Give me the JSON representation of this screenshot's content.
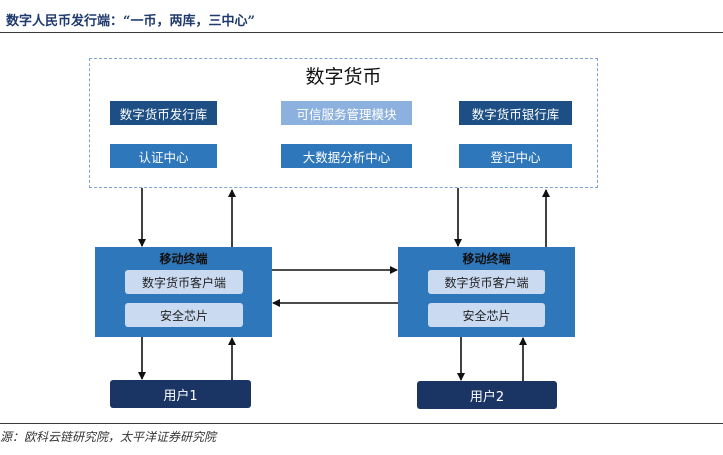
{
  "header": {
    "title": "数字人民币发行端：“一币，两库，三中心”"
  },
  "digital_currency": {
    "title": "数字货币",
    "modules": {
      "issuance_library": "数字货币发行库",
      "trusted_service_module": "可信服务管理模块",
      "bank_library": "数字货币银行库",
      "authentication_center": "认证中心",
      "big_data_center": "大数据分析中心",
      "registration_center": "登记中心"
    }
  },
  "wallets": [
    {
      "title": "移动终端",
      "client": "数字货币客户端",
      "chip": "安全芯片"
    },
    {
      "title": "移动终端",
      "client": "数字货币客户端",
      "chip": "安全芯片"
    }
  ],
  "users": [
    {
      "label": "用户1"
    },
    {
      "label": "用户2"
    }
  ],
  "footer": {
    "source": "源：欧科云链研究院，太平洋证券研究院"
  },
  "colors": {
    "title_text": "#1f3a6d",
    "module_dark": "#1d4f85",
    "module_mid": "#2f77bb",
    "module_light": "#8db1de",
    "terminal": "#2f77bb",
    "terminal_inner": "#c9daf1",
    "user_box": "#1a3564",
    "dashed_border": "#7da3cf"
  }
}
